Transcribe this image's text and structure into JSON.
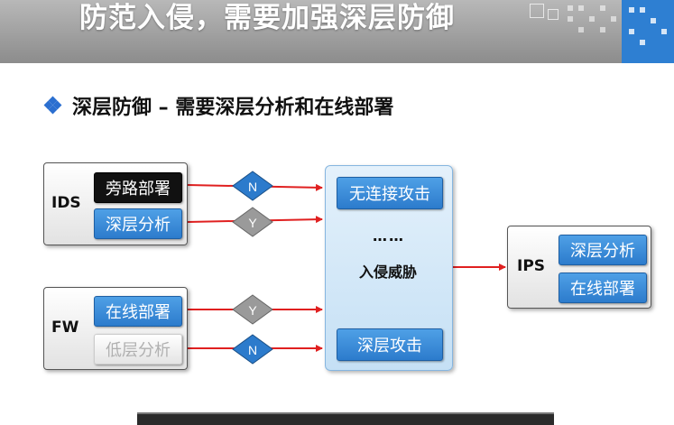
{
  "header": {
    "title": "防范入侵，需要加强深层防御"
  },
  "subtitle": {
    "text": "深层防御 – 需要深层分析和在线部署"
  },
  "ids": {
    "label": "IDS",
    "chip_top": "旁路部署",
    "chip_bottom": "深层分析",
    "diamond_top": "N",
    "diamond_bottom": "Y"
  },
  "fw": {
    "label": "FW",
    "chip_top": "在线部署",
    "chip_bottom": "低层分析",
    "diamond_top": "Y",
    "diamond_bottom": "N"
  },
  "center": {
    "chip_top": "无连接攻击",
    "dots": "……",
    "threat": "入侵威胁",
    "chip_bottom": "深层攻击"
  },
  "ips": {
    "label": "IPS",
    "chip_top": "深层分析",
    "chip_bottom": "在线部署"
  },
  "colors": {
    "arrow": "#e02020",
    "diamond_blue": "#2c7bcc",
    "diamond_gray": "#9a9a9a",
    "chip_blue": "#2c7bcc"
  }
}
